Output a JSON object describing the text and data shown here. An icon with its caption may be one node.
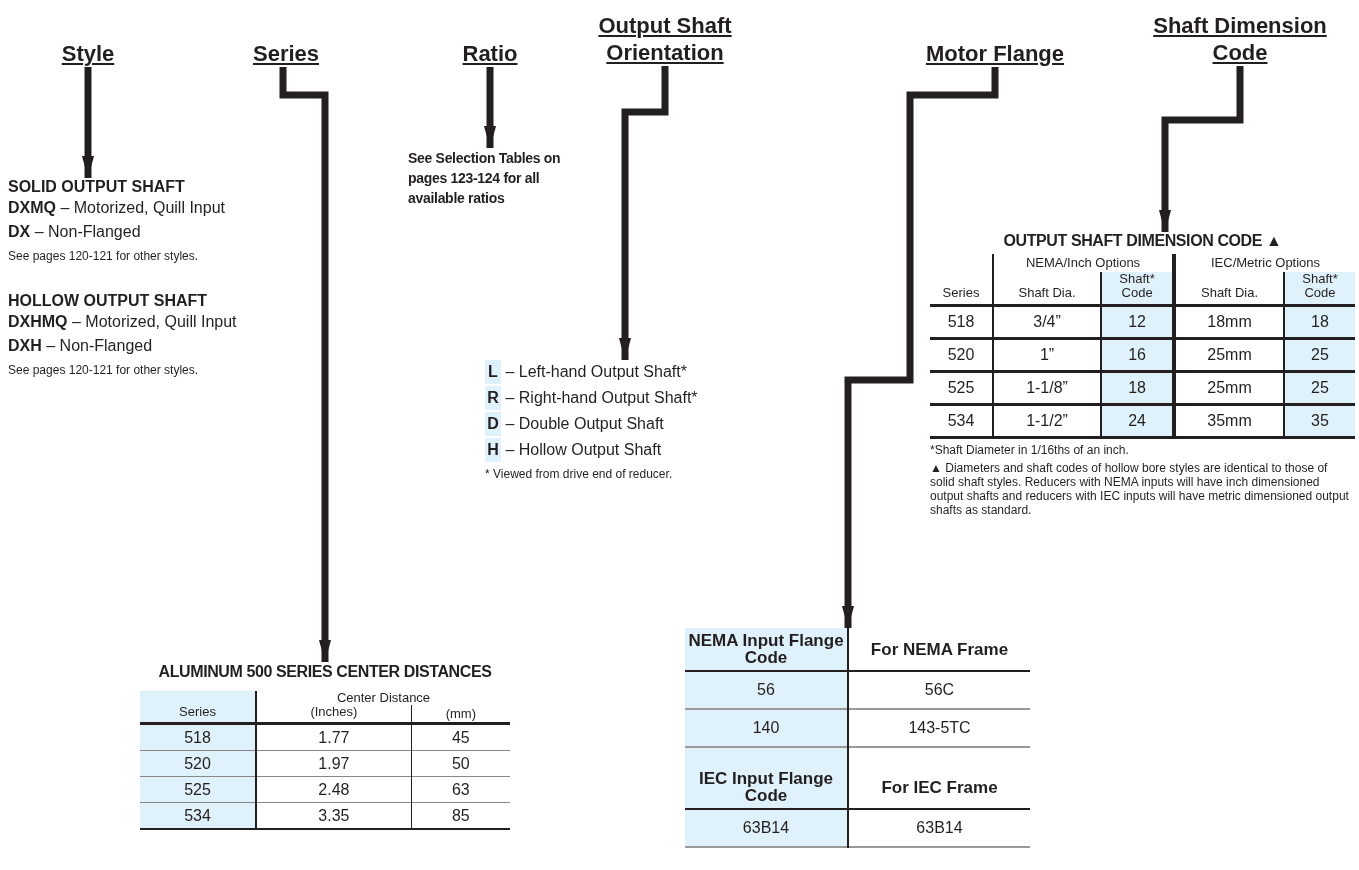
{
  "diagram": {
    "nodes": [
      {
        "text": [
          "Style"
        ]
      },
      {
        "text": [
          "Series"
        ]
      },
      {
        "text": [
          "Ratio"
        ]
      },
      {
        "text": [
          "Output Shaft Orientation"
        ]
      },
      {
        "text": [
          "Motor Flange"
        ]
      },
      {
        "text": [
          "Shaft Dimension Code"
        ]
      },
      {
        "text": [
          "SOLID OUTPUT SHAFT",
          "**DXMQ** – Motorized, Quill Input",
          "**DX** – Non-Flanged",
          "See pages 120-121 for other styles.",
          "HOLLOW OUTPUT SHAFT",
          "**DXHMQ** – Motorized, Quill Input",
          "**DXH** – Non-Flanged",
          "See pages 120-121 for other styles."
        ]
      },
      {
        "text": [
          "See Selection Tables on pages 123-124 for all available ratios"
        ]
      },
      {
        "text": [
          "**L** – Left-hand Output Shaft*",
          "**R** – Right-hand Output Shaft*",
          "**D** – Double Output Shaft",
          "**H** – Hollow Output Shaft",
          "* Viewed from drive end of reducer."
        ]
      },
      {
        "text": [
          "ALUMINUM 500 SERIES CENTER DISTANCES",
          "Series",
          "Center Distance",
          "(Inches)",
          "(mm)",
          "518",
          "1.77",
          "45",
          "520",
          "1.97",
          "50",
          "525",
          "2.48",
          "63",
          "534",
          "3.35",
          "85"
        ]
      },
      {
        "text": [
          "NEMA Input Flange Code",
          "For NEMA Frame",
          "56",
          "56C",
          "140",
          "143-5TC",
          "IEC Input Flange Code",
          "For IEC Frame",
          "63B14",
          "63B14"
        ]
      },
      {
        "text": [
          "OUTPUT SHAFT DIMENSION CODE ▲",
          "NEMA/Inch Options",
          "IEC/Metric Options",
          "Series",
          "Shaft Dia.",
          "Shaft* Code",
          "Shaft Dia.",
          "Shaft* Code",
          "518",
          "3/4”",
          "12",
          "18mm",
          "18",
          "520",
          "1”",
          "16",
          "25mm",
          "25",
          "525",
          "1-1/8”",
          "18",
          "25mm",
          "25",
          "534",
          "1-1/2”",
          "24",
          "35mm",
          "35",
          "*Shaft Diameter in 1/16ths of an inch.",
          "▲ Diameters and shaft codes of hollow bore styles are identical to those of solid shaft styles. Reducers with NEMA inputs will have inch dimensioned output shafts and reducers with IEC inputs will have metric dimensioned output shafts as standard."
        ]
      }
    ],
    "edges": [
      {
        "from": 0,
        "to": 6,
        "arrow": "to"
      },
      {
        "from": 1,
        "to": 9,
        "arrow": "to"
      },
      {
        "from": 2,
        "to": 7,
        "arrow": "to"
      },
      {
        "from": 3,
        "to": 8,
        "arrow": "to"
      },
      {
        "from": 4,
        "to": 10,
        "arrow": "to"
      },
      {
        "from": 5,
        "to": 11,
        "arrow": "to"
      }
    ]
  }
}
